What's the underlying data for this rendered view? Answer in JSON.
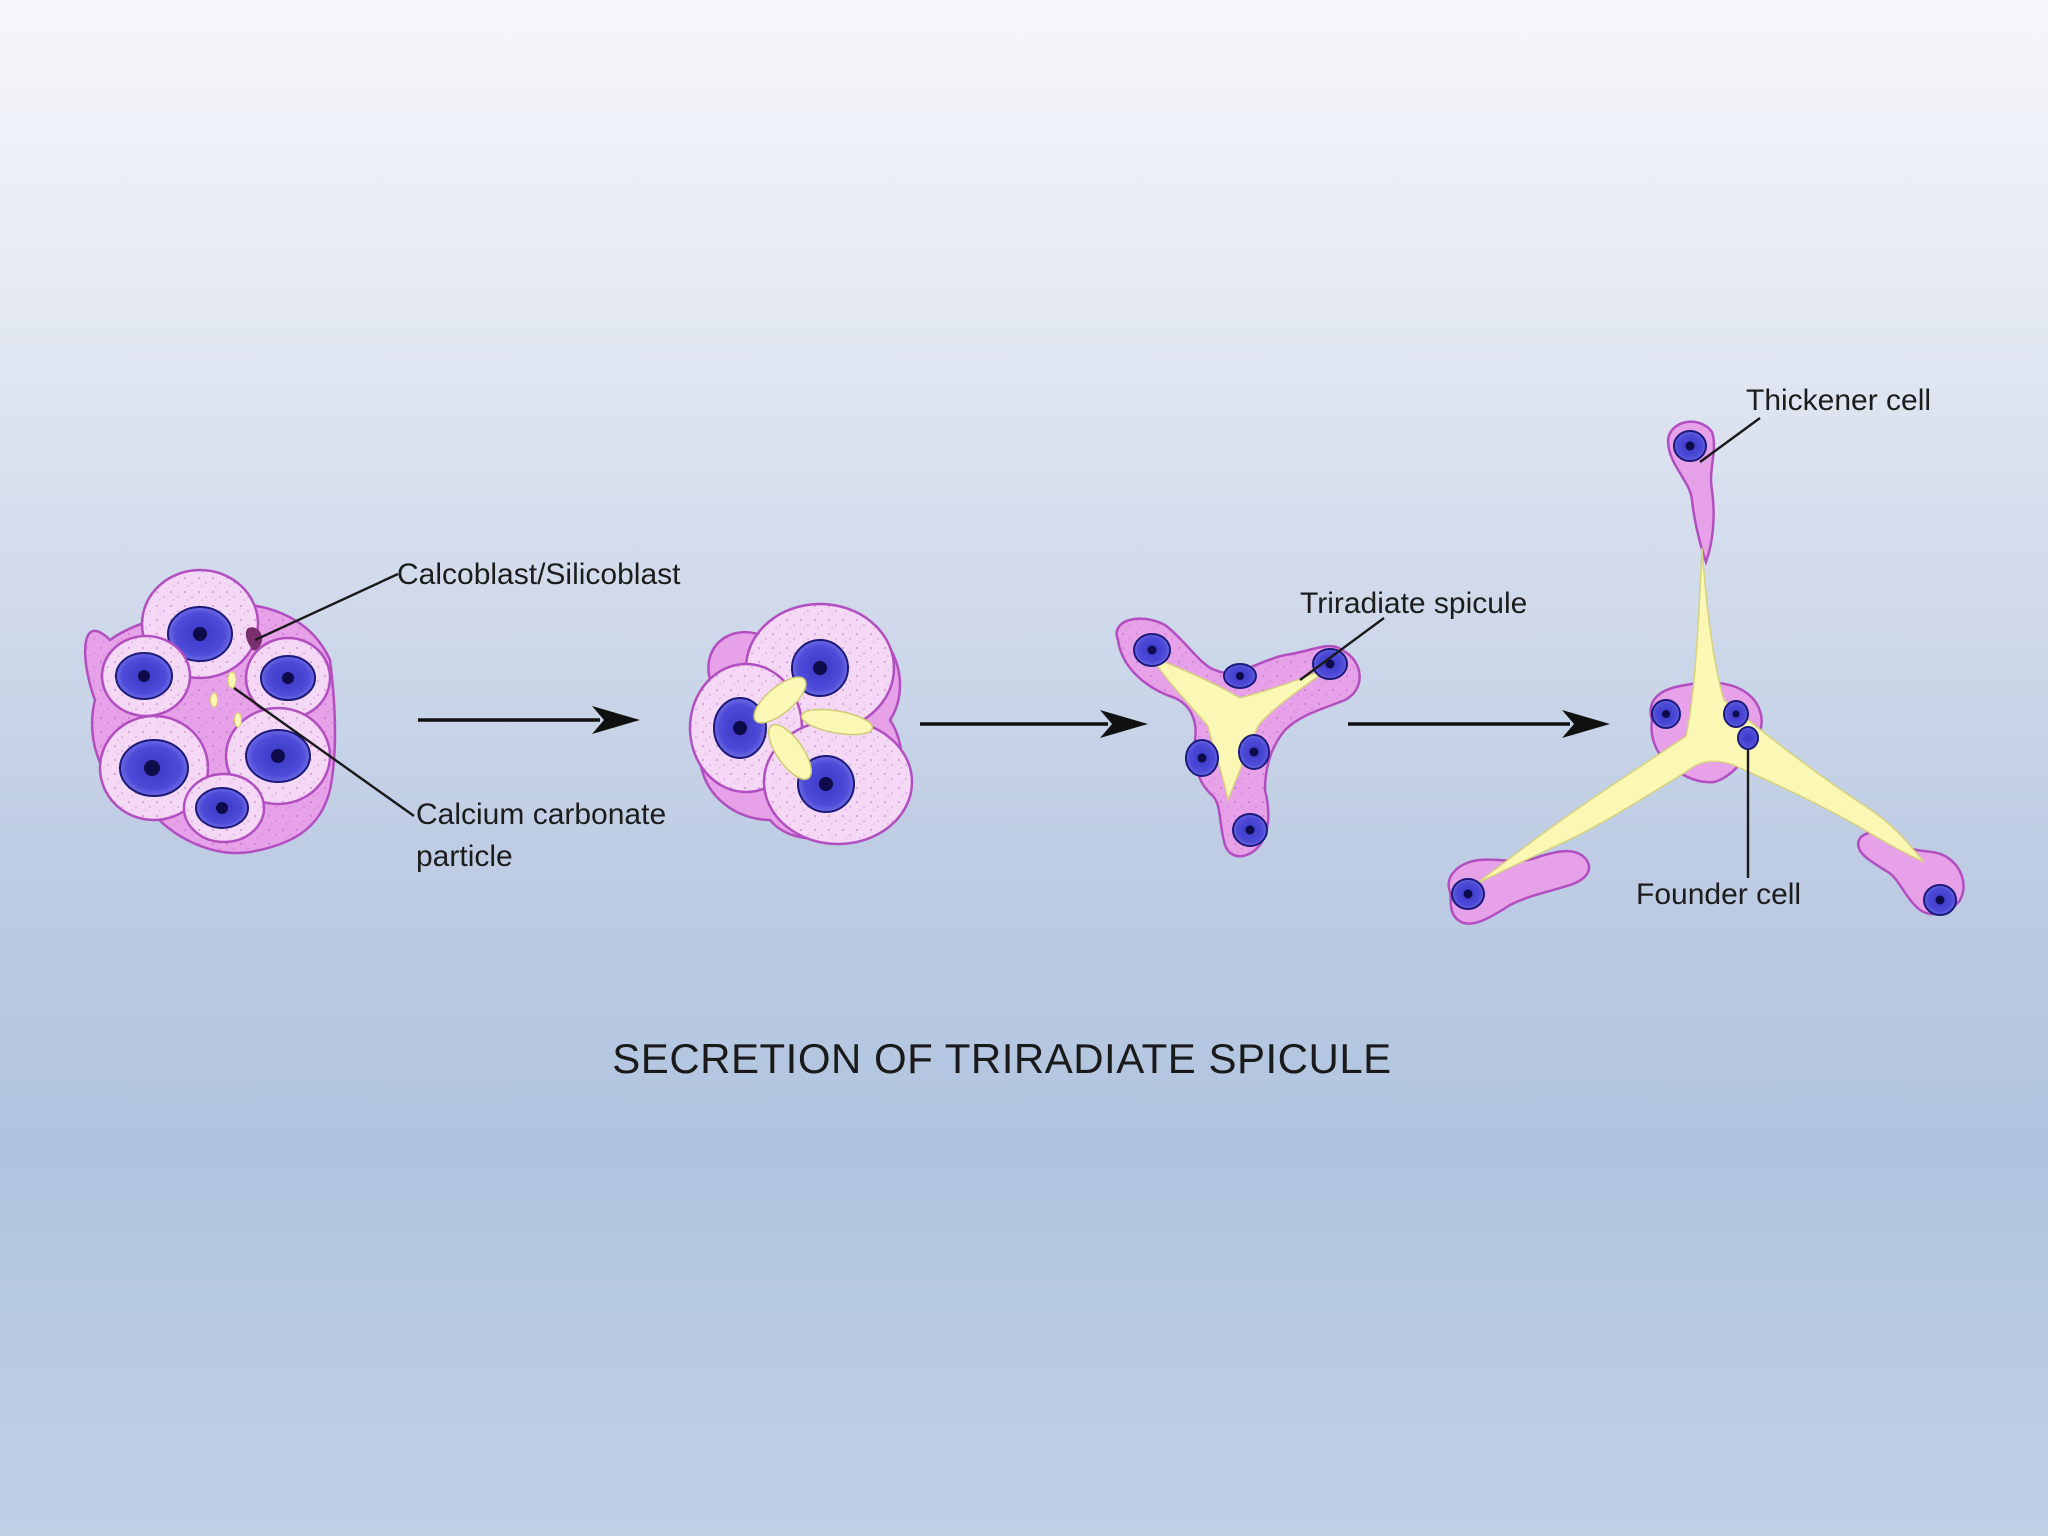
{
  "diagram": {
    "caption": "SECRETION OF TRIRADIATE SPICULE",
    "labels": {
      "calcoblast": "Calcoblast/Silicoblast",
      "calcium_line1": "Calcium carbonate",
      "calcium_line2": "particle",
      "triradiate": "Triradiate spicule",
      "thickener": "Thickener cell",
      "founder": "Founder cell"
    },
    "stages": [
      "cluster of calcoblasts",
      "trio of cells with spicule rudiments",
      "young triradiate spicule",
      "mature triradiate spicule"
    ],
    "colors": {
      "cell_outer": "#e9a6ea",
      "cell_inner": "#f3d7f5",
      "nucleus": "#4a47d8",
      "nucleolus": "#0d0b4a",
      "spicule": "#fbf7b4",
      "background_top": "#f6f7fb",
      "background_bottom": "#b0c4df"
    }
  }
}
